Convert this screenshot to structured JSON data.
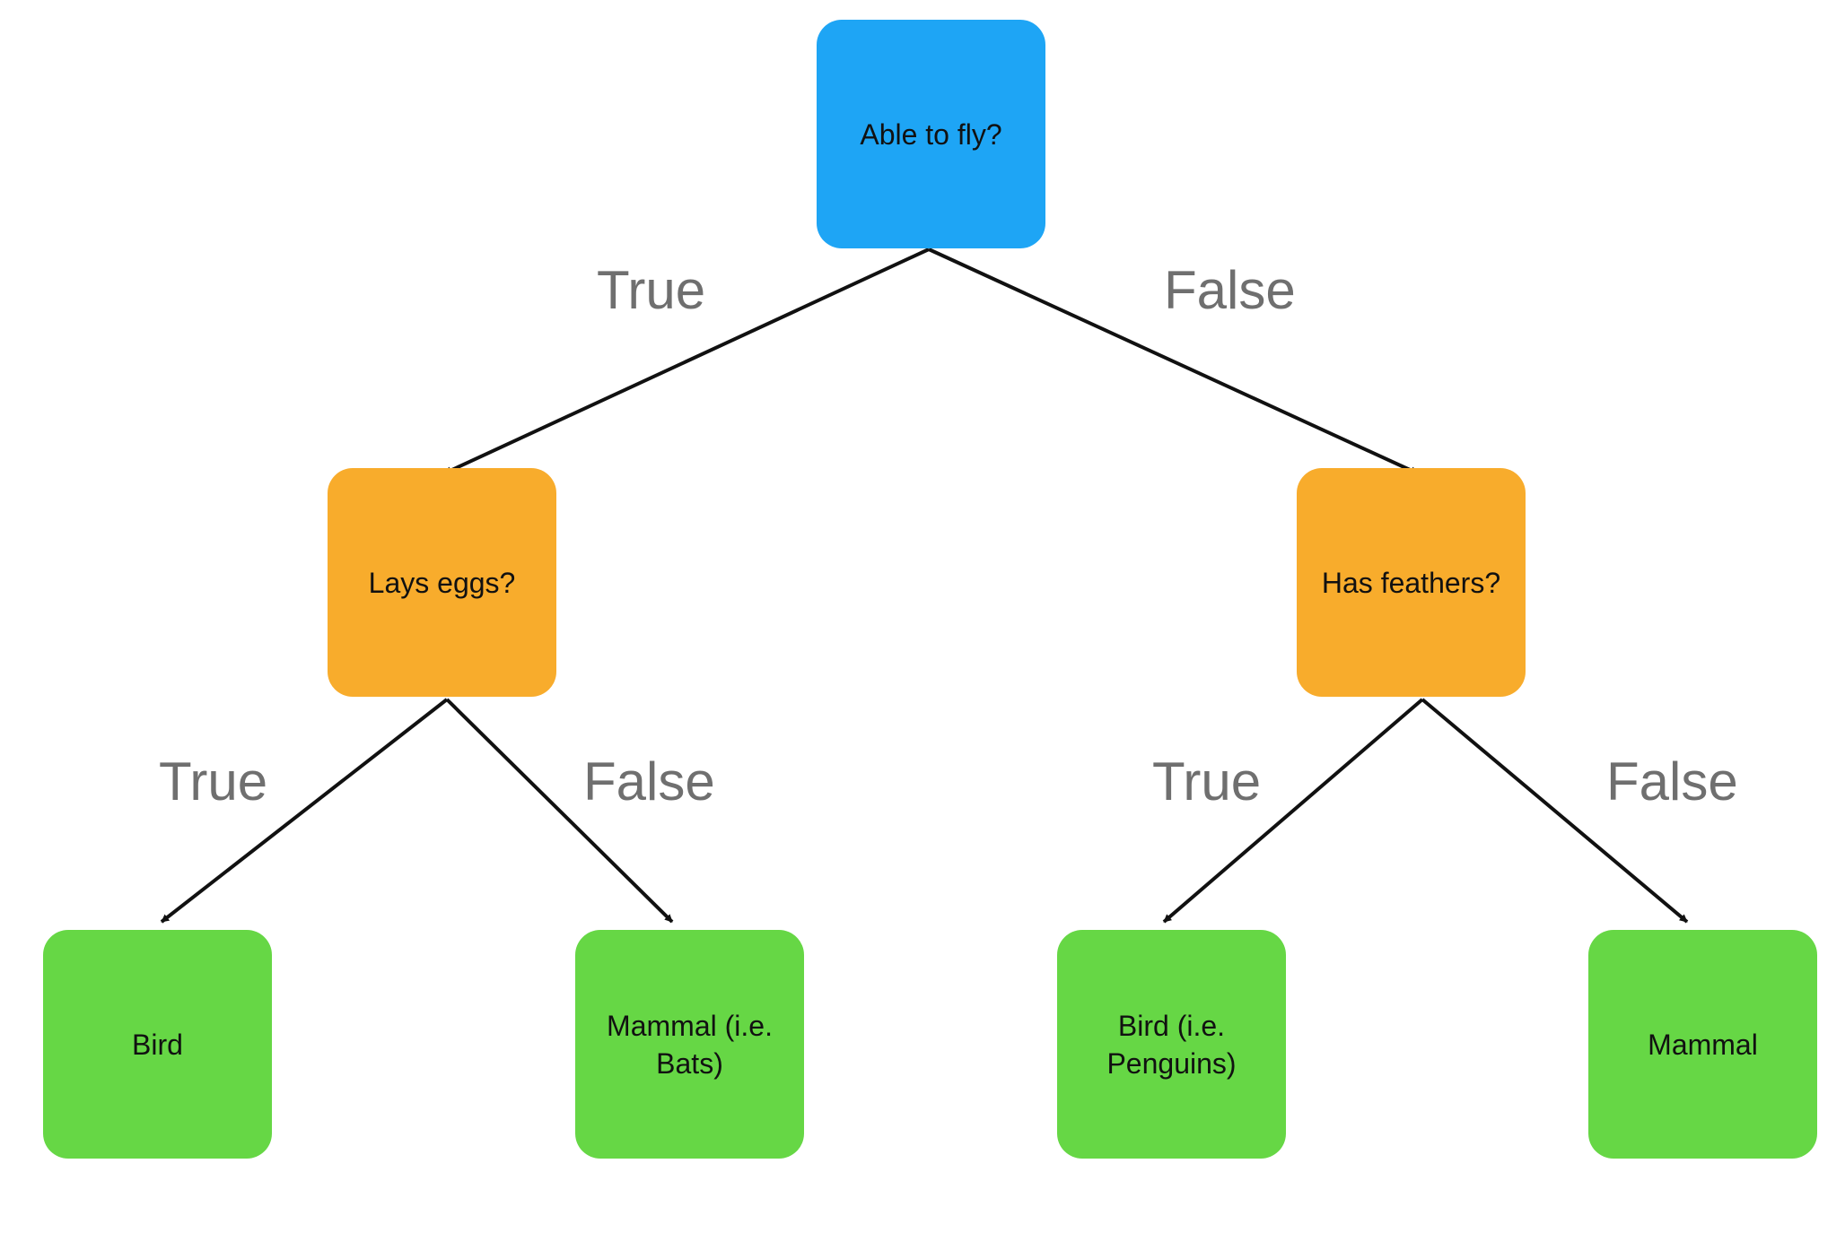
{
  "colors": {
    "root": "#1ea5f5",
    "decision": "#f8ac2c",
    "leaf": "#66d745",
    "edge": "#111111",
    "edge_label": "#6f6f6f"
  },
  "nodes": {
    "root": {
      "label": "Able to fly?"
    },
    "lays_eggs": {
      "label": "Lays eggs?"
    },
    "has_feathers": {
      "label": "Has feathers?"
    },
    "leaf_bird": {
      "label": "Bird"
    },
    "leaf_mammal_bats": {
      "label": "Mammal (i.e. Bats)"
    },
    "leaf_bird_penguins": {
      "label": "Bird (i.e. Penguins)"
    },
    "leaf_mammal": {
      "label": "Mammal"
    }
  },
  "edges": {
    "root_true": {
      "label": "True",
      "from": "root",
      "to": "lays_eggs"
    },
    "root_false": {
      "label": "False",
      "from": "root",
      "to": "has_feathers"
    },
    "eggs_true": {
      "label": "True",
      "from": "lays_eggs",
      "to": "leaf_bird"
    },
    "eggs_false": {
      "label": "False",
      "from": "lays_eggs",
      "to": "leaf_mammal_bats"
    },
    "feathers_true": {
      "label": "True",
      "from": "has_feathers",
      "to": "leaf_bird_penguins"
    },
    "feathers_false": {
      "label": "False",
      "from": "has_feathers",
      "to": "leaf_mammal"
    }
  }
}
